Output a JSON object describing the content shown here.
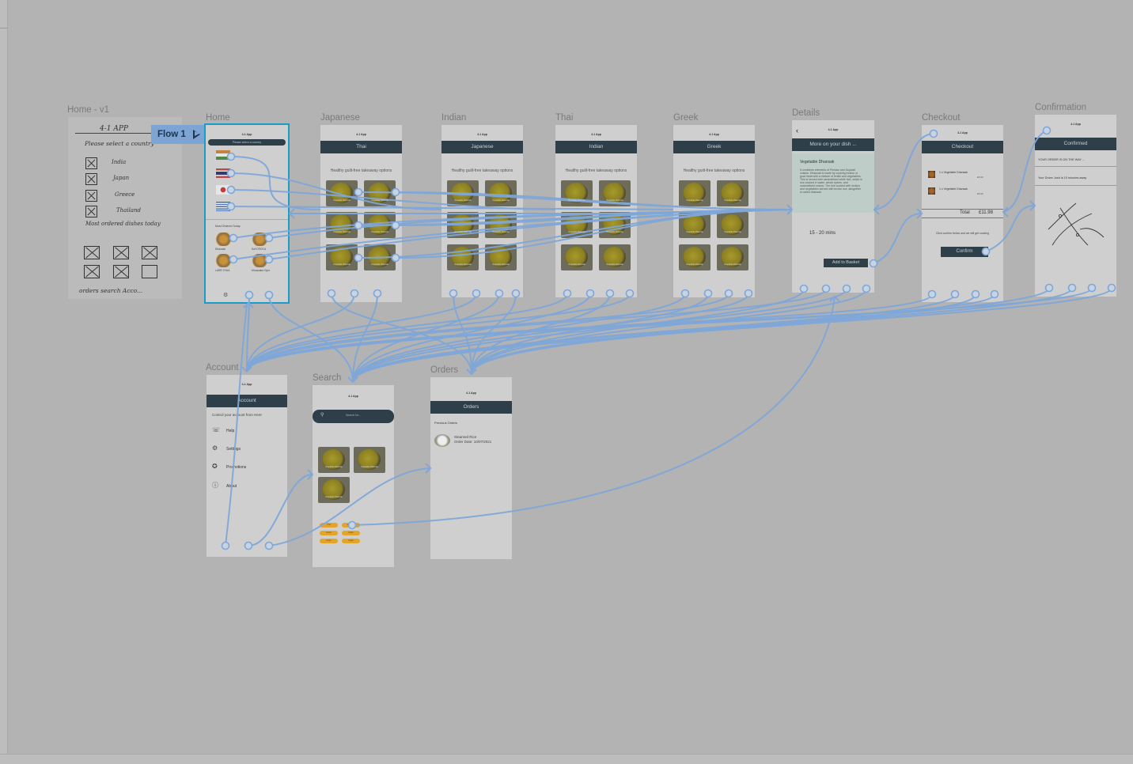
{
  "labels": {
    "home_v1": "Home - v1",
    "home": "Home",
    "japanese": "Japanese",
    "indian": "Indian",
    "thai": "Thai",
    "greek": "Greek",
    "details": "Details",
    "checkout": "Checkout",
    "confirmation": "Confirmation",
    "account": "Account",
    "search": "Search",
    "orders": "Orders"
  },
  "flow": {
    "label": "Flow 1"
  },
  "sketch": {
    "title": "4-1 APP",
    "prompt": "Please select a country",
    "countries": [
      "India",
      "Japan",
      "Greece",
      "Thailand"
    ],
    "most_ordered": "Most ordered dishes today",
    "footer": "orders   search   Acco..."
  },
  "app": {
    "name": "4-1 App",
    "dish_label": "Vegetable Dhansak",
    "subtitle": "Healthy guilt-free takeaway options"
  },
  "home_frame": {
    "select_bar": "Please select a country",
    "most_ordered": "Most Ordered Today",
    "dishes": [
      "Dhansak",
      "SaYCROCA",
      "LARB THUA",
      "Moussaka Gyro"
    ]
  },
  "headers": {
    "japanese": "Thai",
    "indian": "Japanese",
    "thai": "Indian",
    "greek": "Greek"
  },
  "details": {
    "header": "More on your dish ...",
    "dish_name": "Vegetable Dhansak",
    "description": "It combines elements of Persian and Gujarati cuisine. Dhansak is made by cooking mutton or goat meat with a mixture of lentils and vegetables. This is served with caramelised white rice, which is rice cooked in water, whole spices, and caramelised onions. The rice cooked with mutton and vegetables served with brown rice, altogether is called dhansak.",
    "time": "15 - 20 mins",
    "button": "Add to Basket"
  },
  "checkout": {
    "header": "Checkout",
    "items": [
      {
        "name": "1 x Vegetable Dhansak",
        "price": "£5.99"
      },
      {
        "name": "1 x Vegetable Dhansak",
        "price": "£5.99"
      }
    ],
    "total_label": "Total",
    "total_value": "£11.98",
    "note": "Click confirm below and we will get cooking",
    "button": "Confirm"
  },
  "confirmation": {
    "header": "Confirmed",
    "line1": "YOUR ORDER IS ON THE WAY ...",
    "line2": "Your Driver Josh is 10 minutes away"
  },
  "account": {
    "header": "Account",
    "intro": "Control your account from Here",
    "items": [
      {
        "label": "Help",
        "icon": "help-icon"
      },
      {
        "label": "Settings",
        "icon": "settings-icon"
      },
      {
        "label": "Promotions",
        "icon": "promotions-icon"
      },
      {
        "label": "About",
        "icon": "about-icon"
      }
    ]
  },
  "search": {
    "placeholder": "Search for...",
    "tags": [
      "Thai",
      "Japanese",
      "Greek",
      "Indian",
      "Asian",
      "Vegan"
    ]
  },
  "orders": {
    "header": "Orders",
    "previous": "Previous Orders",
    "item_name": "Steamed Rice",
    "item_date": "Order Date: 10/07/2021"
  },
  "colors": {
    "canvas": "#b3b3b3",
    "frame": "#cfcfcf",
    "header_bar": "#2e3f4a",
    "wire": "#7ea6d8",
    "selection": "#1b9cc6",
    "flow_tag": "#7da5d3",
    "pill": "#e3a42a"
  }
}
